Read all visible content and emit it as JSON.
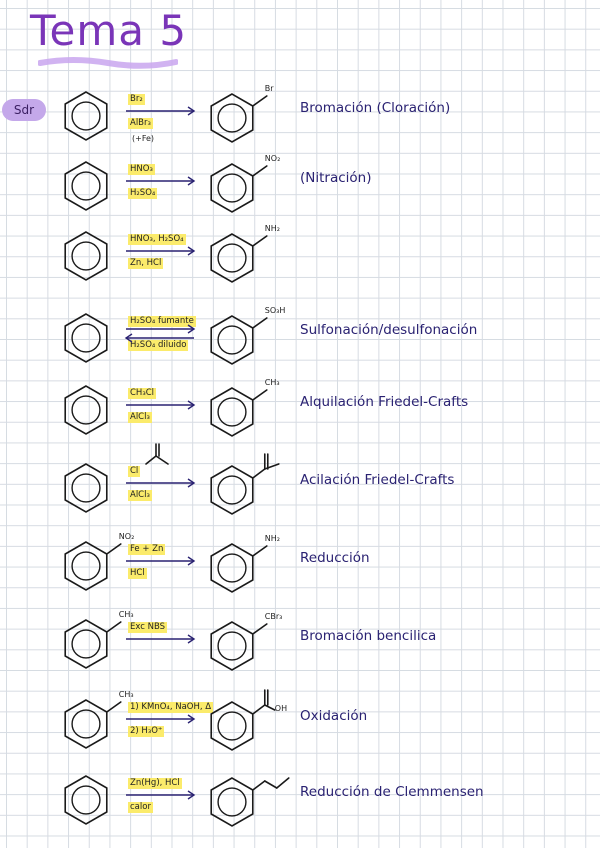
{
  "title": "Tema 5",
  "tag": "Sdr",
  "reactions": [
    {
      "above": "Br₂",
      "below": "AlBr₃",
      "extra": "(+Fe)",
      "product_label": "Br",
      "name": "Bromación (Cloración)"
    },
    {
      "above": "HNO₃",
      "below": "H₂SO₄",
      "product_label": "NO₂",
      "name": "(Nitración)"
    },
    {
      "above": "HNO₃, H₂SO₄",
      "below": "Zn, HCl",
      "product_label": "NH₂",
      "name": ""
    },
    {
      "above": "H₂SO₄ fumante",
      "below": "H₂SO₄ diluido",
      "product_label": "SO₃H",
      "name": "Sulfonación/desulfonación"
    },
    {
      "above": "CH₃Cl",
      "below": "AlCl₃",
      "product_label": "CH₃",
      "name": "Alquilación Friedel-Crafts"
    },
    {
      "above": "Cl",
      "below": "AlCl₃",
      "product_label": "",
      "name": "Acilación Friedel-Crafts"
    },
    {
      "start_label": "NO₂",
      "above": "Fe + Zn",
      "below": "HCl",
      "product_label": "NH₂",
      "name": "Reducción"
    },
    {
      "start_label": "CH₃",
      "above": "Exc NBS",
      "below": "",
      "product_label": "CBr₃",
      "name": "Bromación bencilica"
    },
    {
      "start_label": "CH₃",
      "above": "1) KMnO₄, NaOH, Δ",
      "below": "2) H₃O⁺",
      "product_label": "OH",
      "name": "Oxidación"
    },
    {
      "above": "Zn(Hg), HCl",
      "below": "calor",
      "product_label": "",
      "name": "Reducción de Clemmensen"
    }
  ]
}
